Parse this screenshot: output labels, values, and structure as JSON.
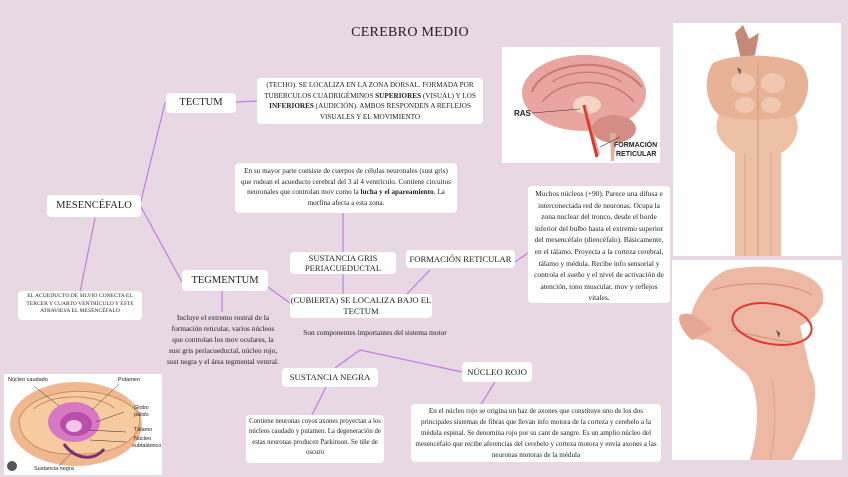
{
  "title": "CEREBRO MEDIO",
  "nodes": {
    "mesencefalo": "MESENCÉFALO",
    "tectum": "TECTUM",
    "tegmentum": "TEGMENTUM",
    "sustancia_gris": "SUSTANCIA GRIS PERIACUEDUCTAL",
    "formacion_reticular": "FORMACIÓN RETICULAR",
    "cubierta": "(CUBIERTA) SE LOCALIZA BAJO EL TECTUM",
    "sustancia_negra": "SUSTANCIA NEGRA",
    "nucleo_rojo": "NÚCLEO ROJO"
  },
  "texts": {
    "tectum_desc_1": "(TECHO). SE LOCALIZA EN LA ZONA DORSAL. FORMADA POR TUBERCULOS CUADRIGÉMINOS ",
    "tectum_desc_b1": "SUPERIORES",
    "tectum_desc_2": " (VISUAL) Y LOS ",
    "tectum_desc_b2": "INFERIORES",
    "tectum_desc_3": " (AUDICIÓN). AMBOS RESPONDEN A REFLEJOS VISUALES Y EL MOVIMIENTO",
    "gris_desc_1": "En su mayor parte consiste de cuerpos de células neuronales (sust gris) que rodean el acueducto cerebral del 3 al 4 ventrículo. Contiene circuitos neuronales que controlan mov como la ",
    "gris_desc_b": "lucha y el apareamiento",
    "gris_desc_2": ". La morfina afecta a esta zona.",
    "acueducto": "EL ACUEDUCTO DE SILVIO CONECTA EL TERCER Y CUARTO VENTRÍCULO Y ESTE ATRAVIESA EL MESENCÉFALO",
    "tegmentum_desc": "Incluye el extremo rostral de la formación reticular, varios núcleos que controlan los mov oculares, la sust gris periacueductal, núcleo rojo, sust negra y el área tegmental ventral.",
    "componentes": "Son componentes importantes del sistema motor",
    "reticular_desc": "Muchos núcleos (+90). Parece una difusa e interconectada red de neuronas. Ocupa la zona nuclear del tronco, desde el borde inferior del bulbo hasta el extremo superior del mesencéfalo (diencéfalo). Básicamente, en el tálamo. Proyecta a la corteza cerebral, tálamo y médula. Recibe info sensorial y controla el sueño y el nivel de activación de atención, tono muscular, mov y reflejos vitales.",
    "negra_desc": "Contiene neuronas cuyos axones proyectan a los núcleos caudado y putamen. La degeneración de estas neuronas producen Parkinson. Se tiñe de oscuro",
    "rojo_desc": "En el núcleo rojo se origina un haz de axones que constituye uno de los dos principales sistemas de fibras que llevan info motora de la corteza y cerebelo a la médula espinal. Se denomina rojo por su cant de sangre. Es un amplio núcleo del mesencéfalo que recibe aferencias del cerebelo y corteza motora y envía axones a las neuronas motoras de la médula"
  },
  "image_labels": {
    "ras": "RAS",
    "formacion": "FORMACIÓN",
    "reticular": "RETICULAR",
    "nucleo_caudado": "Núcleo caudado",
    "putamen": "Putamen",
    "globo": "Globo",
    "palido": "pálido",
    "talamo": "Tálamo",
    "nucleo": "Núcleo",
    "subtalamico": "subtalámico",
    "sustancia_negra": "Sustancia negra"
  },
  "colors": {
    "background": "#e7d8e4",
    "connector": "#c27de0",
    "box": "#ffffff"
  }
}
